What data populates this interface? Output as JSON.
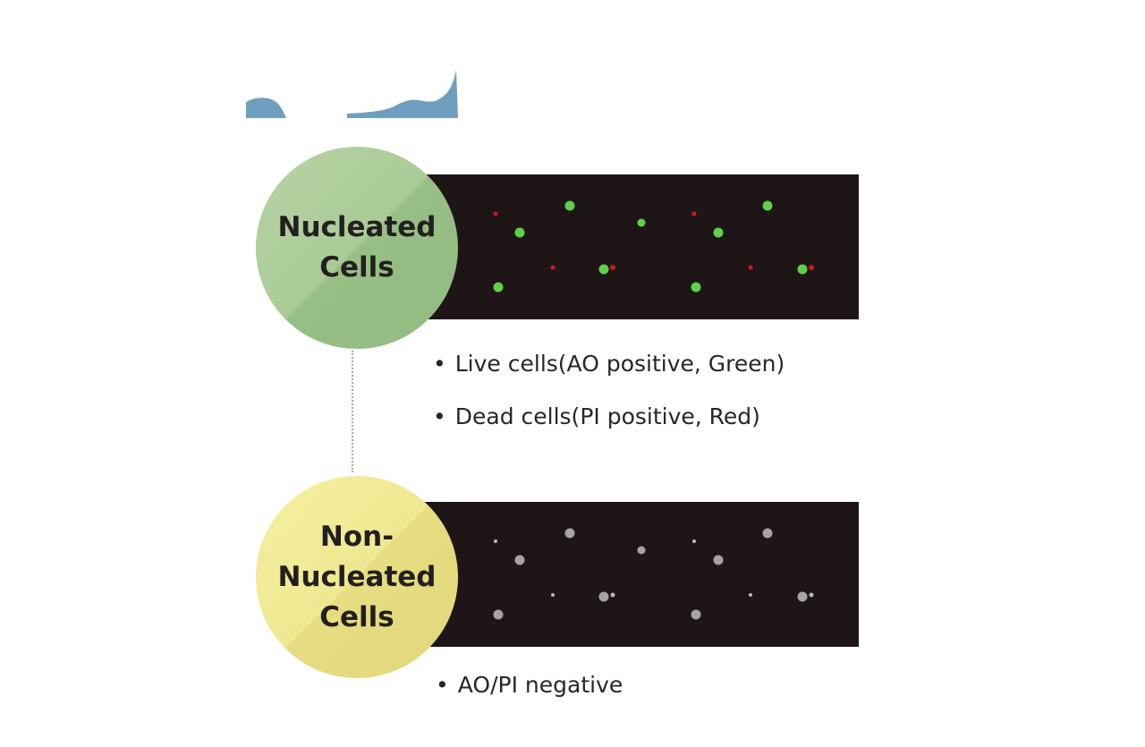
{
  "colors": {
    "histogram": "#6f9fbf",
    "strip_background": "#1e1616",
    "live_cell": "#5fd04a",
    "dead_cell": "#d2161c",
    "negative_cell": "#a7a3a3",
    "nucleated_circle": "#a9cb96",
    "non_nucleated_circle": "#efe891"
  },
  "nucleated": {
    "line1": "Nucleated",
    "line2": "Cells",
    "bullets": [
      "Live cells(AO positive, Green)",
      "Dead cells(PI positive, Red)"
    ]
  },
  "non_nucleated": {
    "line1": "Non-",
    "line2": "Nucleated",
    "line3": "Cells",
    "bullets": [
      "AO/PI negative"
    ]
  },
  "bullet_symbol": "•"
}
